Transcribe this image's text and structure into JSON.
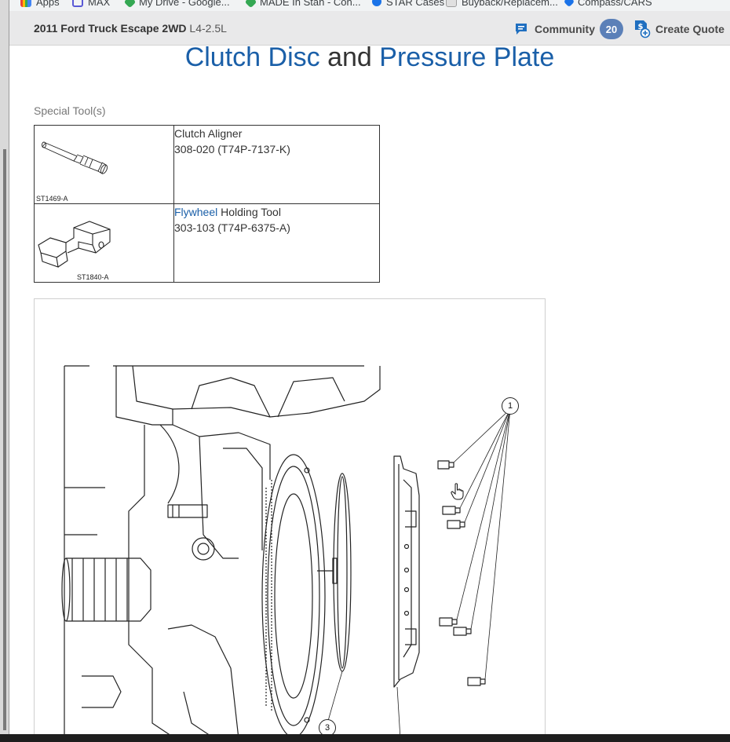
{
  "bookmarks": [
    {
      "label": "Apps",
      "color": "#ea4335"
    },
    {
      "label": "MAX",
      "color": "#5a5ad6"
    },
    {
      "label": "My Drive - Google...",
      "color": "#34a853"
    },
    {
      "label": "MADE In Stan - Con...",
      "color": "#34a853"
    },
    {
      "label": "STAR Cases",
      "color": "#1a73e8"
    },
    {
      "label": "Buyback/Replacem...",
      "color": "#9e9e9e"
    },
    {
      "label": "Compass/CARS",
      "color": "#1a73e8"
    }
  ],
  "header": {
    "vehicle_model": "2011 Ford Truck Escape 2WD",
    "vehicle_engine": "L4-2.5L",
    "community_label": "Community",
    "community_count": "20",
    "quote_label": "Create Quote"
  },
  "page": {
    "title_part1": "Clutch Disc",
    "title_connector": "and",
    "title_part2": "Pressure Plate",
    "special_tools_label": "Special Tool(s)"
  },
  "tools": [
    {
      "image_code": "ST1469-A",
      "name_link": "",
      "name": "Clutch Aligner",
      "part_number": "308-020 (T74P-7137-K)"
    },
    {
      "image_code": "ST1840-A",
      "name_link": "Flywheel",
      "name": " Holding Tool",
      "part_number": "303-103 (T74P-6375-A)"
    }
  ],
  "figure": {
    "callouts": [
      "1",
      "3"
    ]
  },
  "colors": {
    "link_blue": "#1a5fa8",
    "badge_blue": "#5b80b8",
    "header_bg": "#e9e9ea"
  }
}
